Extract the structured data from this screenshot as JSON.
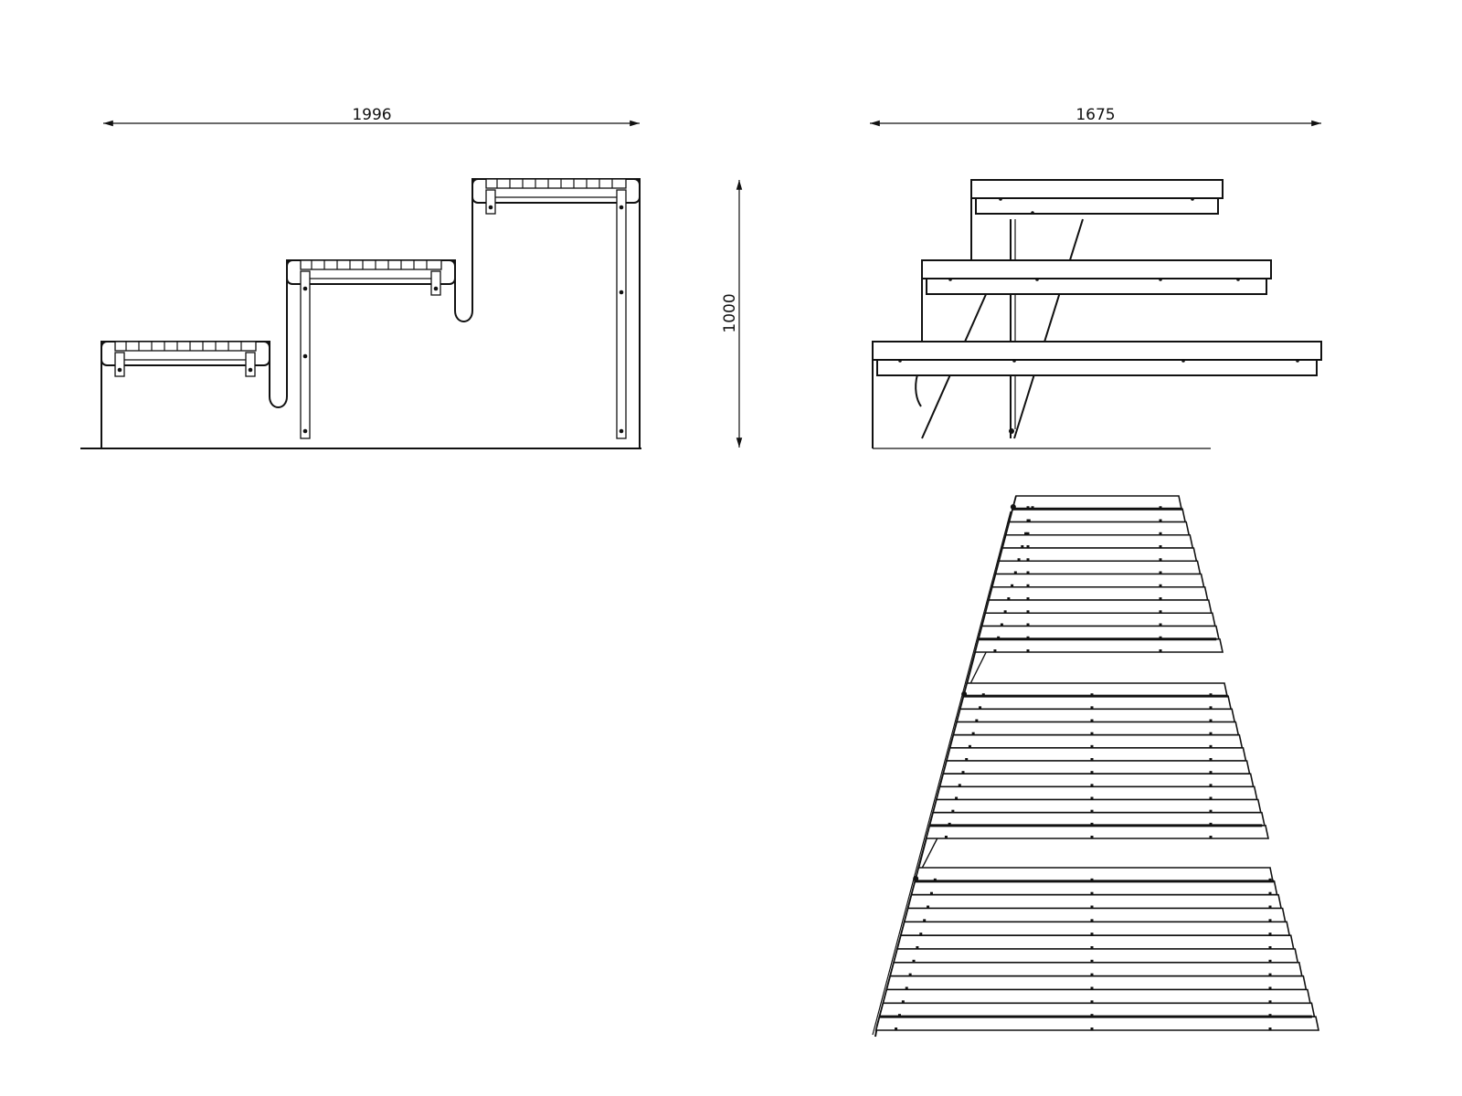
{
  "dimensions": {
    "front_width": "1996",
    "side_depth": "1675",
    "height": "1000"
  },
  "colors": {
    "line": "#111111",
    "background": "#ffffff"
  }
}
